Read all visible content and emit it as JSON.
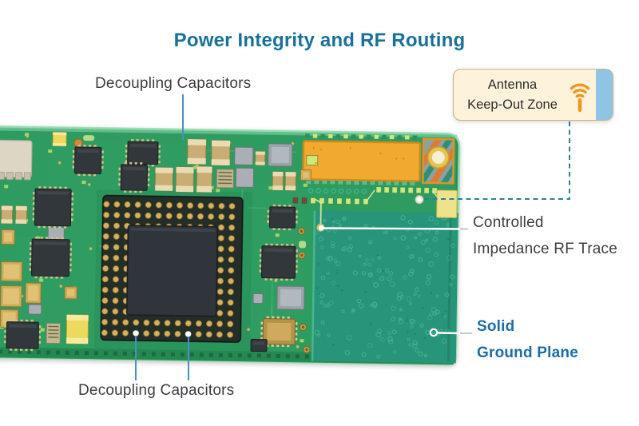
{
  "title": {
    "text": "Power Integrity and RF Routing"
  },
  "labels": {
    "decoupling_top": "Decoupling Capacitors",
    "decoupling_bottom": "Decoupling Capacitors",
    "rf_line1": "Controlled",
    "rf_line2": "Impedance RF Trace",
    "ground_line1": "Solid",
    "ground_line2": "Ground Plane"
  },
  "keepout": {
    "line1": "Antenna",
    "line2": "Keep-Out Zone",
    "icon": "wifi-antenna-icon"
  },
  "colors": {
    "title": "#17719c",
    "label": "#3b3d40",
    "ground_label": "#1a6da8",
    "keepout_text": "#2d2d2d",
    "keepout_bg": "#fcf3da",
    "keepout_border": "#c8b089",
    "keepout_strip": "#8fc4e5",
    "wifi_orange": "#f09522",
    "board_green": "#2e9b60",
    "board_edge": "#98dcb2",
    "ground_plane": "#28947a",
    "stipple": "#4ab893",
    "antenna_orange": "#f2a930",
    "antenna_border": "#d4881c",
    "gold": "#d7b05c",
    "ic_dark": "#32373c",
    "leader_blue": "#4a90c4",
    "dashed_teal": "#2b7fa3"
  }
}
